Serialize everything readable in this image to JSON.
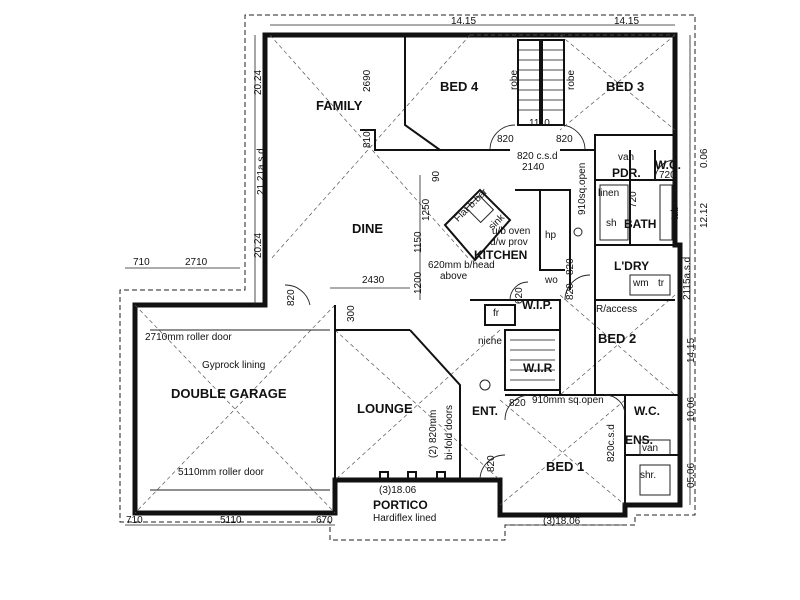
{
  "rooms": {
    "family": "FAMILY",
    "bed4": "BED 4",
    "bed3": "BED 3",
    "dine": "DINE",
    "kitchen": "KITCHEN",
    "pdr": "PDR.",
    "wc_top": "W.C.",
    "bath": "BATH",
    "ldry": "L'DRY",
    "wip": "W.I.P.",
    "wir": "W.I.R",
    "bed2": "BED 2",
    "double_garage": "DOUBLE GARAGE",
    "lounge": "LOUNGE",
    "ent": "ENT.",
    "bed1": "BED 1",
    "wc_ens": "W.C.",
    "ens": "ENS.",
    "portico": "PORTICO"
  },
  "labels": {
    "robe_left": "robe",
    "robe_right": "robe",
    "van_top": "van",
    "linen": "linen",
    "sh": "sh",
    "tub": "tub",
    "wm": "wm",
    "tr": "tr",
    "fr": "fr",
    "niche": "niche",
    "wo": "wo",
    "hp": "hp",
    "sink": "sink",
    "flat_bar": "Flat b.bar",
    "oven": "u/b oven",
    "dw": "d/w prov",
    "b_head": "620mm b/head",
    "above": "above",
    "raccess": "R/access",
    "van_ens": "van",
    "shr": "shr.",
    "roller_top": "2710mm roller door",
    "gyprock": "Gyprock lining",
    "roller_bottom": "5110mm roller door",
    "bifold": "(2) 820mm",
    "bifold2": "bi-fold doors",
    "hardiflex": "Hardiflex lined",
    "csd_top": "820  c.s.d",
    "sq_open_top": "910sq.open",
    "sq_open_bed1": "910mm sq.open",
    "csd_bed1": "820c.s.d"
  },
  "dimensions": {
    "top_left_width": "14.15",
    "top_right_width": "14.15",
    "left_top": "20.24",
    "left_mid": "21.21a.s.d",
    "left_dine": "20.24",
    "garage_ext_left": "710",
    "garage_ext_mid": "2710",
    "family_2690": "2690",
    "family_810": "810",
    "d_820_bed4": "820",
    "d_1110": "1110",
    "d_820_bed3": "820",
    "d_2140": "2140",
    "d_90": "90",
    "d_1250": "1250",
    "d_1150": "1150",
    "d_1200": "1200",
    "d_2430": "2430",
    "d_820_garage": "820",
    "d_300": "300",
    "d_620": "620",
    "d_820_wip": "820",
    "d_820_pdr": "720",
    "d_720_bath": "720",
    "d_820_ldry": "820",
    "d_820_wir": "820",
    "d_820_ent": "820",
    "r_006": "0.06",
    "r_1212": "12.12",
    "r_2115": "2115a.s.d",
    "r_1415": "14.15",
    "r_1006": "10.06",
    "r_0506": "05.06",
    "bottom_710": "710",
    "bottom_5110": "5110",
    "bottom_670": "670",
    "bottom_portico": "(3)18.06",
    "bottom_bed1": "(3)18.06"
  }
}
